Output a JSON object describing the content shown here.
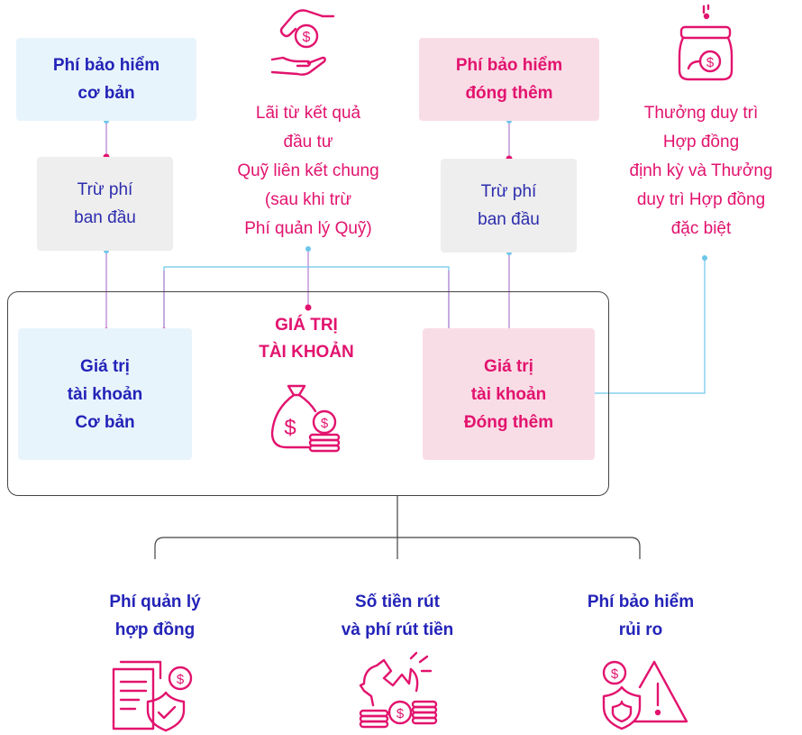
{
  "sources": {
    "basic_premium": "Phí bảo hiểm\ncơ bản",
    "top_up_premium": "Phí bảo hiểm\nđóng thêm",
    "investment_interest": "Lãi từ kết quả\nđầu tư\nQuỹ liên kết chung\n(sau khi trừ\nPhí quản lý Quỹ)",
    "loyalty_bonus": "Thưởng duy trì\nHợp đồng\nđịnh kỳ và Thưởng\nduy trì Hợp đồng\nđặc biệt"
  },
  "deductions": {
    "initial_charge_basic": "Trừ phí\nban đầu",
    "initial_charge_topup": "Trừ phí\nban đầu"
  },
  "account": {
    "title": "GIÁ TRỊ\nTÀI KHOẢN",
    "basic": "Giá trị\ntài khoản\nCơ bản",
    "topup": "Giá trị\ntài khoản\nĐóng thêm"
  },
  "outflows": {
    "admin_fee": "Phí quản lý\nhợp đồng",
    "withdrawal": "Số tiền rút\nvà phí rút tiền",
    "risk_premium": "Phí bảo hiểm\nrủi ro"
  },
  "icons": {
    "interest": "hand-coin-icon",
    "bonus": "money-jar-icon",
    "account": "money-bag-icon",
    "admin_fee": "document-shield-icon",
    "withdrawal": "broken-piggy-icon",
    "risk": "shield-warning-icon"
  },
  "colors": {
    "blue": "#2323b8",
    "pink": "#e2136e",
    "light_blue_fill": "#e8f4fb",
    "light_pink_fill": "#f9dde6",
    "gray_fill": "#eeeeee",
    "connector_blue": "#6cc6ea",
    "connector_purple": "#9b59c2"
  }
}
